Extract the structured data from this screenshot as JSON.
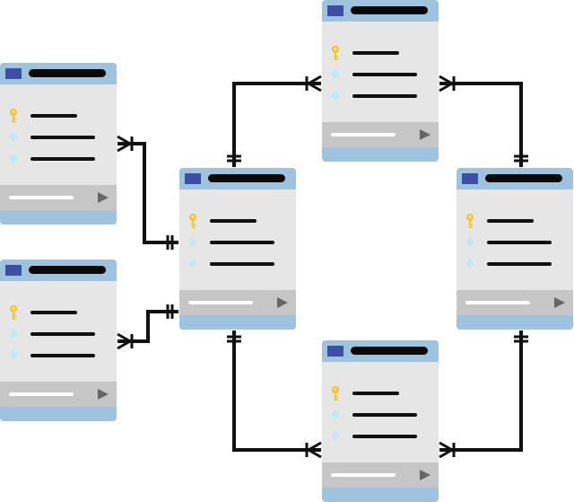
{
  "colors": {
    "header": "#9fc3de",
    "header_icon": "#3d4fa5",
    "header_title": "#0a0a0a",
    "body": "#e6e6e6",
    "field_bar": "#111111",
    "key": "#f2c73e",
    "diamond": "#c4e8f3",
    "footer": "#c6c6c6",
    "footer_line": "#ffffff",
    "play": "#666666",
    "base": "#9fc3de",
    "connector": "#111111"
  },
  "diagram": {
    "tables": [
      {
        "id": "left-top",
        "fields": [
          {
            "type": "key",
            "icon": "key-icon"
          },
          {
            "type": "attribute",
            "icon": "diamond-icon"
          },
          {
            "type": "attribute",
            "icon": "diamond-icon"
          }
        ]
      },
      {
        "id": "left-bottom",
        "fields": [
          {
            "type": "key",
            "icon": "key-icon"
          },
          {
            "type": "attribute",
            "icon": "diamond-icon"
          },
          {
            "type": "attribute",
            "icon": "diamond-icon"
          }
        ]
      },
      {
        "id": "center",
        "fields": [
          {
            "type": "key",
            "icon": "key-icon"
          },
          {
            "type": "attribute",
            "icon": "diamond-icon"
          },
          {
            "type": "attribute",
            "icon": "diamond-icon"
          }
        ]
      },
      {
        "id": "top",
        "fields": [
          {
            "type": "key",
            "icon": "key-icon"
          },
          {
            "type": "attribute",
            "icon": "diamond-icon"
          },
          {
            "type": "attribute",
            "icon": "diamond-icon"
          }
        ]
      },
      {
        "id": "right",
        "fields": [
          {
            "type": "key",
            "icon": "key-icon"
          },
          {
            "type": "attribute",
            "icon": "diamond-icon"
          },
          {
            "type": "attribute",
            "icon": "diamond-icon"
          }
        ]
      },
      {
        "id": "bottom",
        "fields": [
          {
            "type": "key",
            "icon": "key-icon"
          },
          {
            "type": "attribute",
            "icon": "diamond-icon"
          },
          {
            "type": "attribute",
            "icon": "diamond-icon"
          }
        ]
      }
    ],
    "relationships": [
      {
        "from": "left-top",
        "to": "center",
        "from_end": "many",
        "to_end": "one"
      },
      {
        "from": "left-bottom",
        "to": "center",
        "from_end": "many",
        "to_end": "one"
      },
      {
        "from": "center",
        "to": "top",
        "from_end": "one",
        "to_end": "many"
      },
      {
        "from": "top",
        "to": "right",
        "from_end": "many",
        "to_end": "one"
      },
      {
        "from": "center",
        "to": "bottom",
        "from_end": "one",
        "to_end": "many"
      },
      {
        "from": "bottom",
        "to": "right",
        "from_end": "many",
        "to_end": "one"
      }
    ]
  }
}
